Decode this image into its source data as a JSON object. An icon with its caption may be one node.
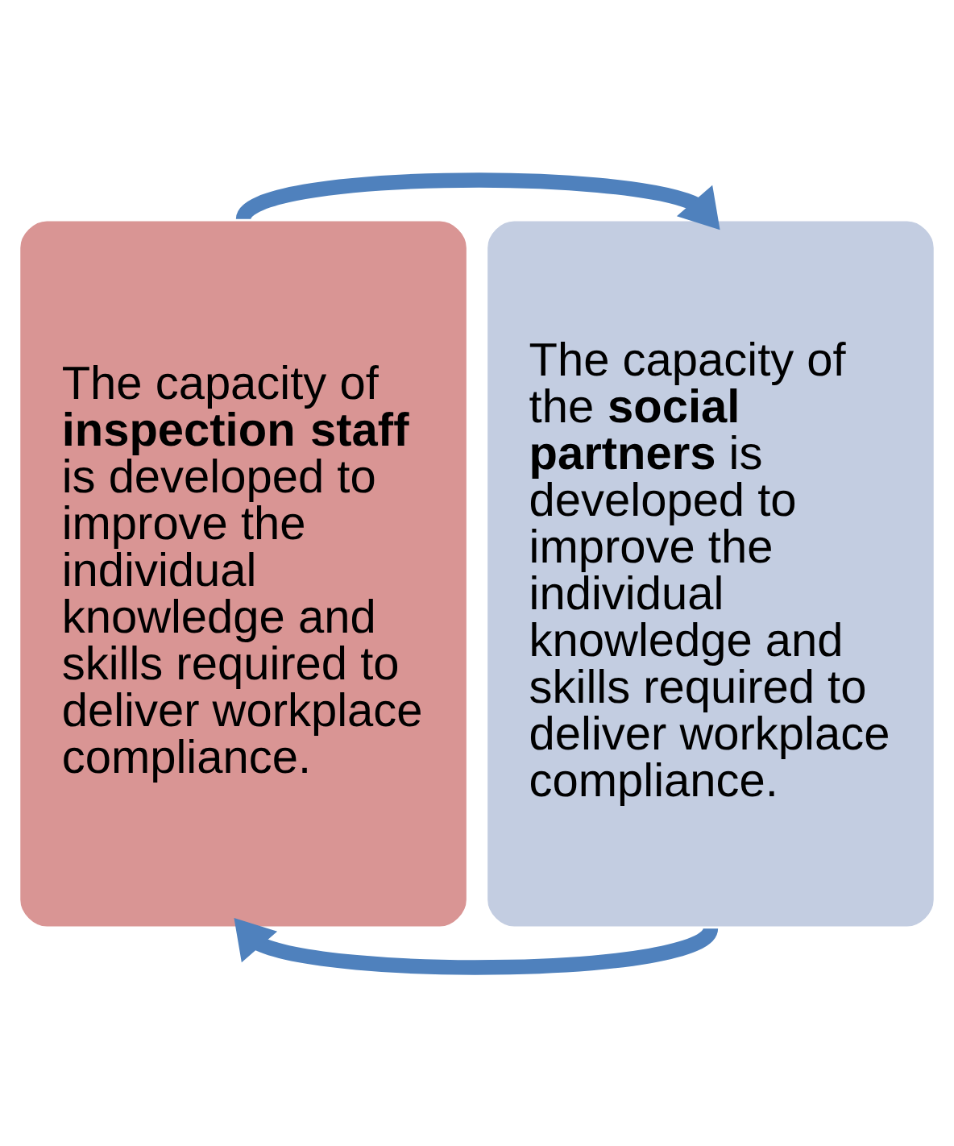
{
  "diagram": {
    "nodes": [
      {
        "text": [
          "The capacity of **inspection staff** is developed to improve the individual knowledge and skills required to deliver workplace compliance."
        ]
      },
      {
        "text": [
          "The capacity of the **social partners** is developed to improve the individual knowledge and skills required to deliver workplace compliance."
        ]
      }
    ],
    "edges": [
      {
        "from": 0,
        "to": 1,
        "arrow": "to"
      },
      {
        "from": 1,
        "to": 0,
        "arrow": "to"
      }
    ]
  }
}
